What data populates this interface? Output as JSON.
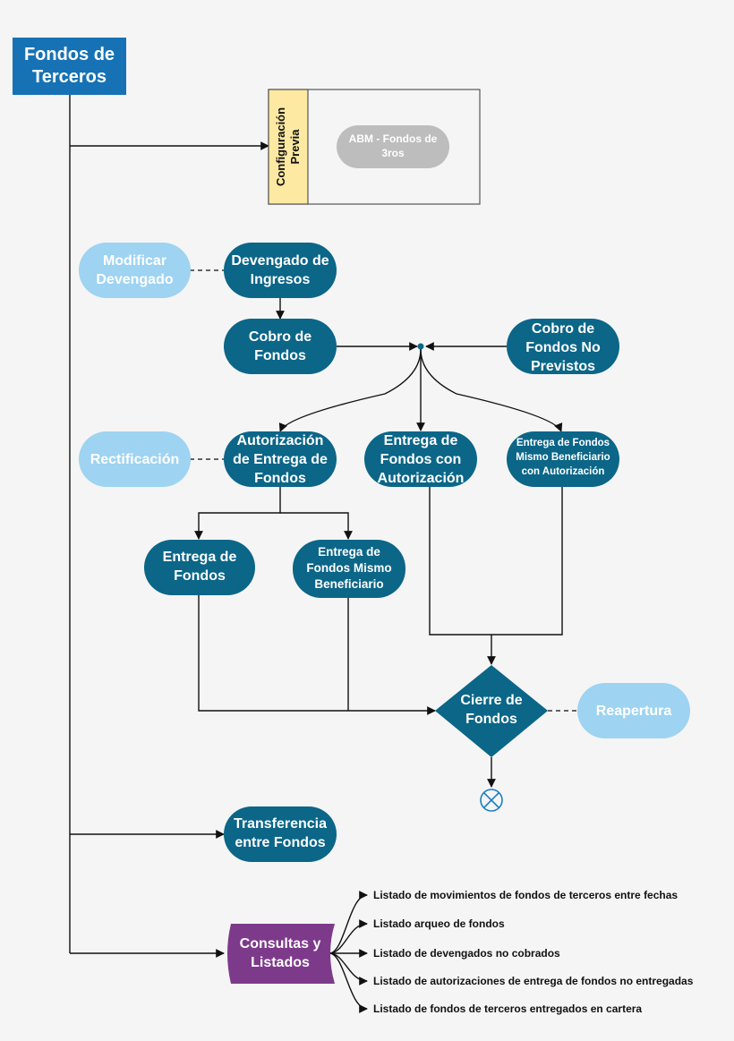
{
  "title": {
    "line1": "Fondos de",
    "line2": "Terceros"
  },
  "config": {
    "side_label": {
      "line1": "Configuración",
      "line2": "Previa"
    },
    "abm": {
      "line1": "ABM - Fondos de",
      "line2": "3ros"
    }
  },
  "nodes": {
    "modificar": {
      "line1": "Modificar",
      "line2": "Devengado"
    },
    "devengado": {
      "line1": "Devengado de",
      "line2": "Ingresos"
    },
    "cobro": {
      "line1": "Cobro de",
      "line2": "Fondos"
    },
    "cobro_no_previstos": {
      "line1": "Cobro de",
      "line2": "Fondos No",
      "line3": "Previstos"
    },
    "rectificacion": {
      "line1": "Rectificación"
    },
    "autorizacion": {
      "line1": "Autorización",
      "line2": "de Entrega de",
      "line3": "Fondos"
    },
    "entrega_con_aut": {
      "line1": "Entrega de",
      "line2": "Fondos con",
      "line3": "Autorización"
    },
    "entrega_mismo_aut": {
      "line1": "Entrega de Fondos",
      "line2": "Mismo Beneficiario",
      "line3": "con Autorización"
    },
    "entrega": {
      "line1": "Entrega de",
      "line2": "Fondos"
    },
    "entrega_mismo": {
      "line1": "Entrega de",
      "line2": "Fondos Mismo",
      "line3": "Beneficiario"
    },
    "cierre": {
      "line1": "Cierre de",
      "line2": "Fondos"
    },
    "reapertura": {
      "line1": "Reapertura"
    },
    "transferencia": {
      "line1": "Transferencia",
      "line2": "entre Fondos"
    },
    "consultas": {
      "line1": "Consultas y",
      "line2": "Listados"
    }
  },
  "listados": [
    "Listado de movimientos de fondos de terceros entre fechas",
    "Listado arqueo de fondos",
    "Listado de devengados no cobrados",
    "Listado de autorizaciones de entrega de fondos no entregadas",
    "Listado de fondos de terceros entregados en cartera"
  ],
  "colors": {
    "title_blue": "#1672b4",
    "node_dark": "#0b6688",
    "node_light": "#9ed3f1",
    "node_gray": "#bdbdbd",
    "config_yellow": "#fde9a2",
    "consultas_purple": "#7d3a8a",
    "end_blue": "#1e7fc2"
  }
}
